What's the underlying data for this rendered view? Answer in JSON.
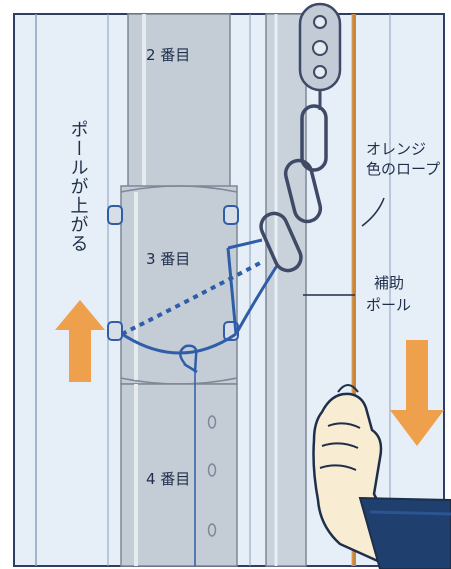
{
  "labels": {
    "segment_2": "2 番目",
    "segment_3": "3 番目",
    "segment_4": "4 番目",
    "pole_up": "ポールが上がる",
    "orange_rope_line1": "オレンジ",
    "orange_rope_line2": "色のロープ",
    "aux_pole_line1": "補助",
    "aux_pole_line2": "ポール"
  },
  "colors": {
    "pole_fill": "#c4ccd6",
    "pole_edge": "#7d8896",
    "background_panel": "#e6eef7",
    "frame": "#2e3f63",
    "rope_orange": "#c9873a",
    "arrow_orange": "#eea04c",
    "cable_blue": "#2f5da8",
    "hand_skin": "#f8ecd2",
    "sleeve_navy": "#1f3f6e"
  },
  "icons": [
    "up-arrow-icon",
    "down-arrow-icon",
    "hand-icon",
    "pulley-icon",
    "carabiner-icon"
  ]
}
